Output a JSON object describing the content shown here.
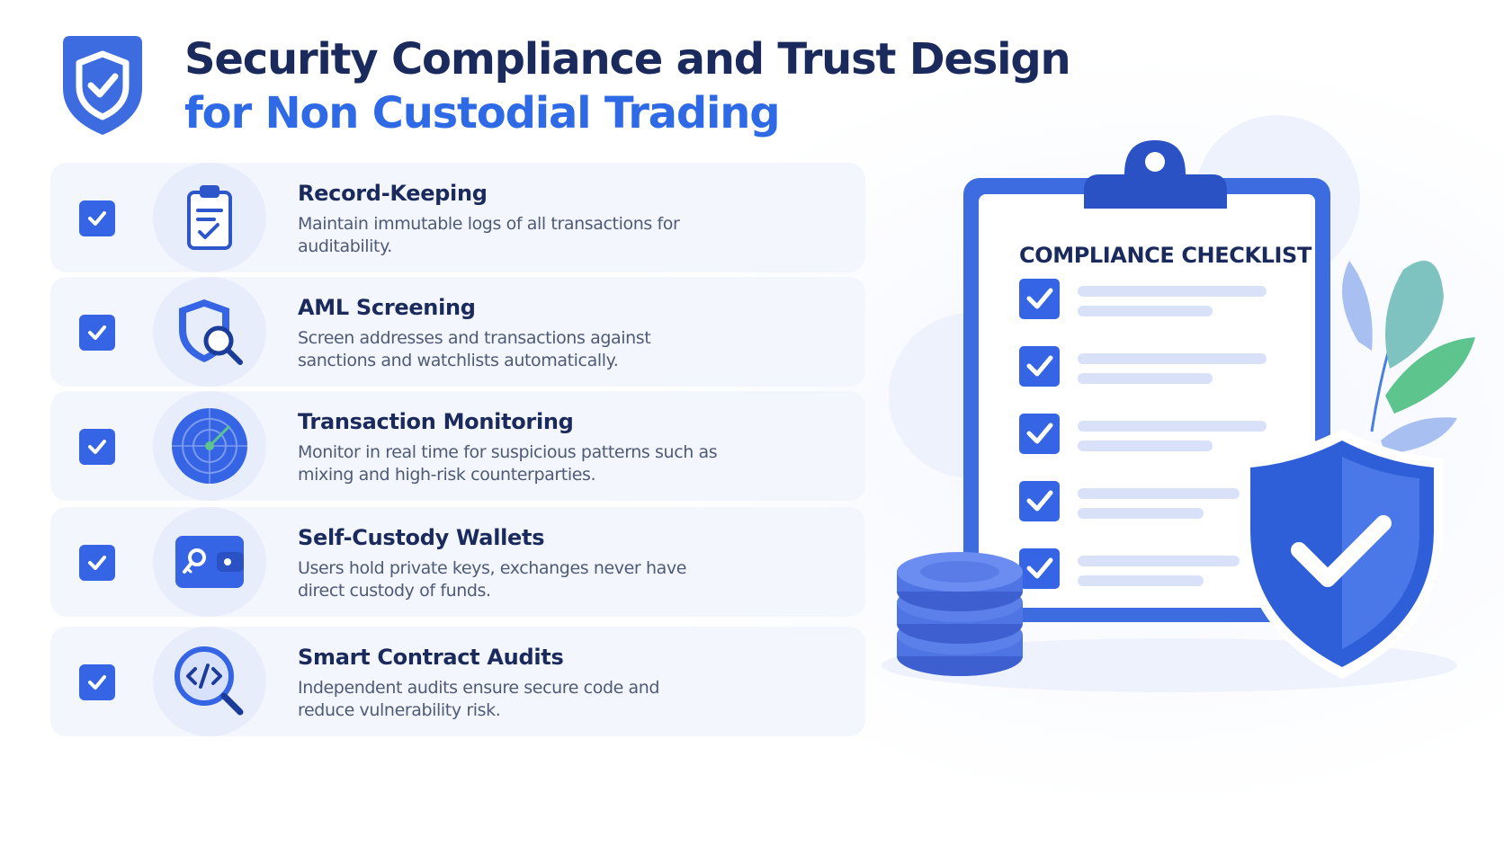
{
  "header": {
    "title_line1": "Security Compliance and Trust Design",
    "title_line2": "for Non Custodial Trading",
    "logo_icon": "shield-check-icon"
  },
  "items": [
    {
      "title": "Record-Keeping",
      "description": "Maintain immutable logs of all transactions for auditability.",
      "icon": "clipboard-check-icon",
      "checked": true
    },
    {
      "title": "AML Screening",
      "description": "Screen addresses and transactions against sanctions and watchlists automatically.",
      "icon": "shield-search-icon",
      "checked": true
    },
    {
      "title": "Transaction Monitoring",
      "description": "Monitor in real time for suspicious patterns such as mixing and high-risk counterparties.",
      "icon": "radar-icon",
      "checked": true
    },
    {
      "title": "Self-Custody Wallets",
      "description": "Users hold private keys, exchanges never have direct custody of funds.",
      "icon": "wallet-key-icon",
      "checked": true
    },
    {
      "title": "Smart Contract Audits",
      "description": "Independent audits ensure secure code and reduce vulnerability risk.",
      "icon": "code-search-icon",
      "checked": true
    }
  ],
  "illustration": {
    "checklist_title": "COMPLIANCE CHECKLIST",
    "checklist_items_checked": 5
  },
  "colors": {
    "navy": "#1b2a5c",
    "accent_blue": "#2f6ae6",
    "check_blue": "#3564e4",
    "row_background": "#f3f6fd",
    "leaf_green": "#5dc48e"
  }
}
